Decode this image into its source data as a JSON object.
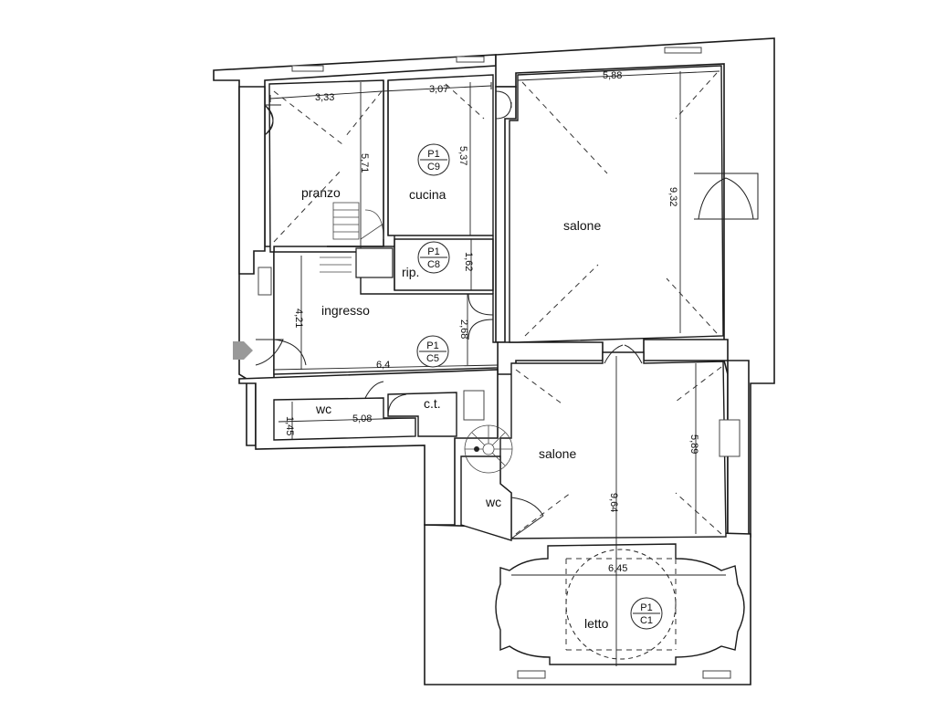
{
  "rooms": {
    "pranzo": "pranzo",
    "cucina": "cucina",
    "salone_top": "salone",
    "rip": "rip.",
    "ingresso": "ingresso",
    "wc_left": "wc",
    "ct": "c.t.",
    "salone_bottom": "salone",
    "wc_center": "wc",
    "letto": "letto"
  },
  "dimensions": {
    "d333": "3,33",
    "d307": "3,07",
    "d588": "5,88",
    "d571": "5,71",
    "d537": "5,37",
    "d932": "9,32",
    "d162": "1,62",
    "d421": "4,21",
    "d268": "2,68",
    "d64": "6,4",
    "d145": "1,45",
    "d508": "5,08",
    "d589": "5,89",
    "d964": "9,64",
    "d645": "6,45"
  },
  "codes": {
    "c9": {
      "floor": "P1",
      "room": "C9"
    },
    "c8": {
      "floor": "P1",
      "room": "C8"
    },
    "c5": {
      "floor": "P1",
      "room": "C5"
    },
    "c1": {
      "floor": "P1",
      "room": "C1"
    }
  },
  "icons": {
    "entrance": "entrance-arrow-icon"
  }
}
